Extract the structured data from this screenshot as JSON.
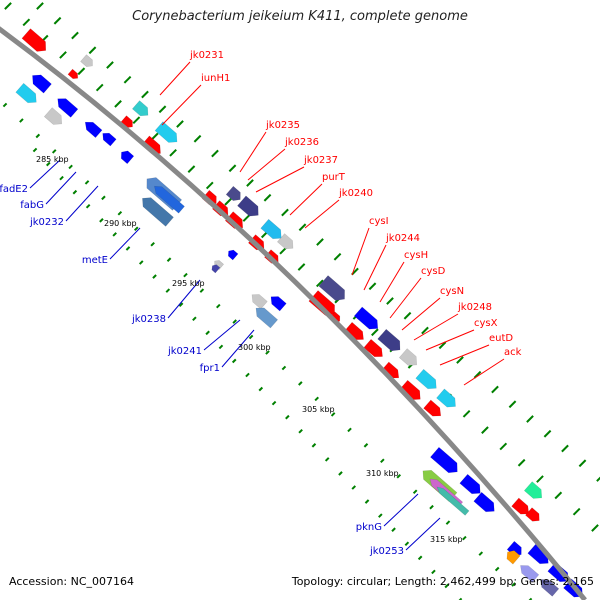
{
  "title": "Corynebacterium jeikeium K411, complete genome",
  "footer": {
    "accession": "Accession: NC_007164",
    "summary": "Topology: circular; Length: 2,462,499 bp; Genes: 2,165"
  },
  "colors": {
    "backbone": "#888888",
    "forward_gene_label": "#ff0000",
    "reverse_gene_label": "#0000cc",
    "tick_marks": "#008000"
  },
  "scale_labels": [
    "285 kbp",
    "290 kbp",
    "295 kbp",
    "300 kbp",
    "305 kbp",
    "310 kbp",
    "315 kbp"
  ],
  "forward_labels": [
    "jk0231",
    "iunH1",
    "jk0235",
    "jk0236",
    "jk0237",
    "purT",
    "jk0240",
    "cysI",
    "jk0244",
    "cysH",
    "cysD",
    "cysN",
    "jk0248",
    "cysX",
    "eutD",
    "ack"
  ],
  "reverse_labels": [
    "fadE2",
    "fabG",
    "jk0232",
    "metE",
    "jk0238",
    "jk0241",
    "fpr1",
    "pknG",
    "jk0253"
  ]
}
